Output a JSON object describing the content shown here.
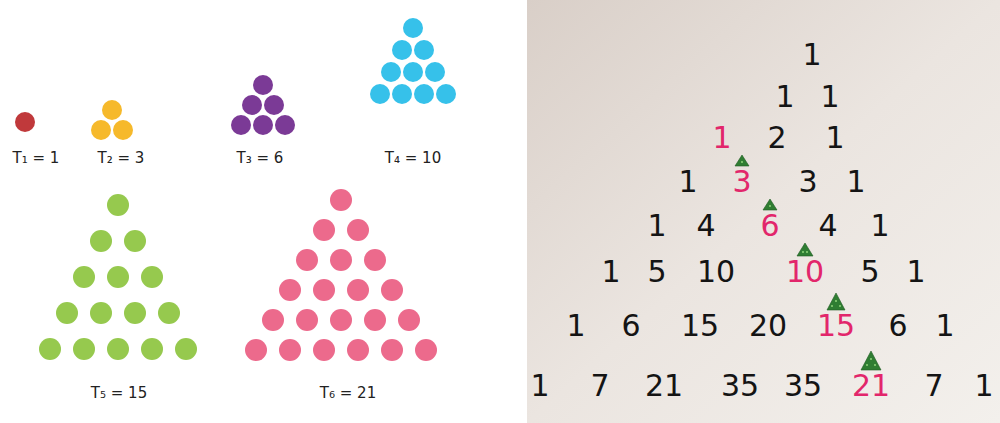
{
  "diagram": {
    "labels": [
      "T₁ = 1",
      "T₂ = 3",
      "T₃ = 6",
      "T₄ = 10",
      "T₅ = 15",
      "T₆ = 21",
      "1",
      "1",
      "1",
      "1",
      "2",
      "1",
      "1",
      "3",
      "3",
      "1",
      "1",
      "4",
      "6",
      "4",
      "1",
      "1",
      "5",
      "10",
      "10",
      "5",
      "1",
      "1",
      "6",
      "15",
      "20",
      "15",
      "6",
      "1",
      "1",
      "7",
      "21",
      "35",
      "35",
      "21",
      "7",
      "1"
    ]
  }
}
